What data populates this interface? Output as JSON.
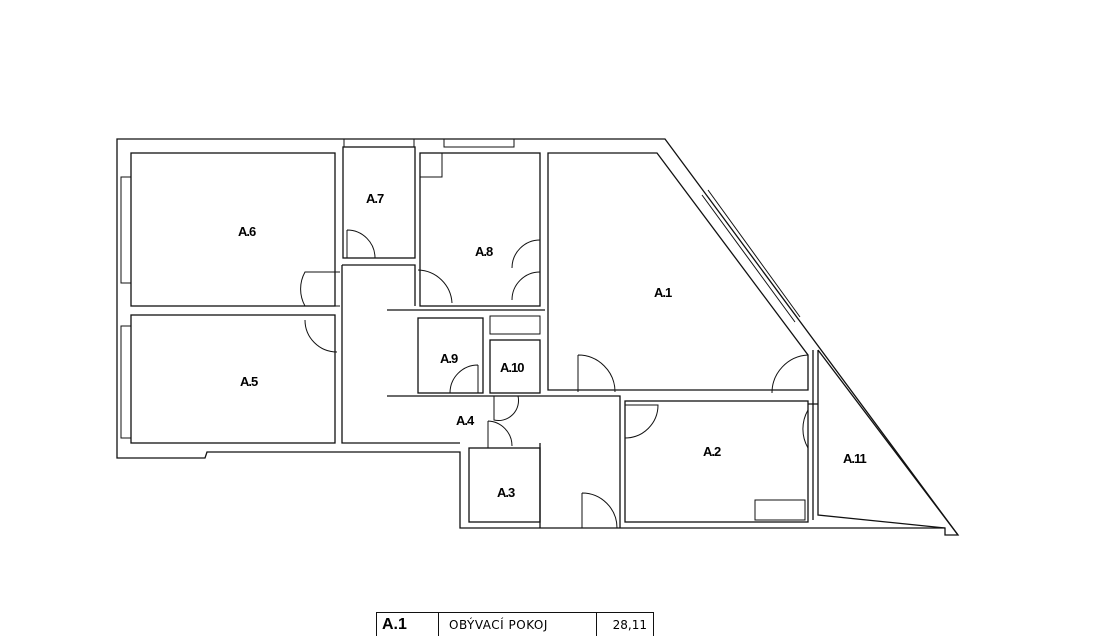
{
  "rooms": {
    "a1": "A.1",
    "a2": "A.2",
    "a3": "A.3",
    "a4": "A.4",
    "a5": "A.5",
    "a6": "A.6",
    "a7": "A.7",
    "a8": "A.8",
    "a9": "A.9",
    "a10": "A.10",
    "a11": "A.11"
  },
  "legend": {
    "room_code": "A.1",
    "room_name": "OBÝVACÍ POKOJ",
    "area": "28,11"
  }
}
